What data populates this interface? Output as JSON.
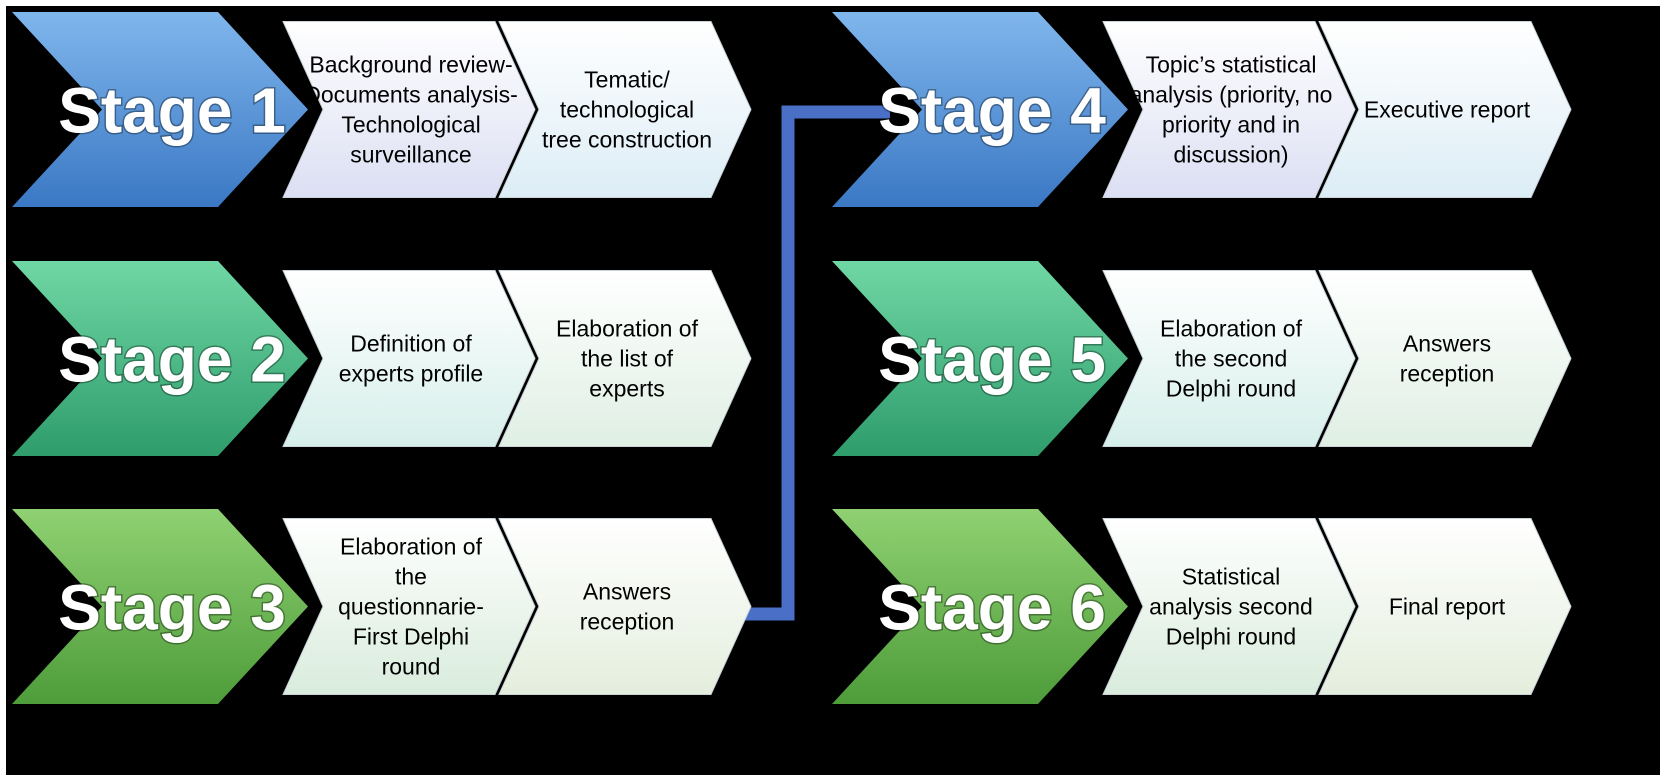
{
  "rows": [
    {
      "stage": "Stage 1",
      "theme": "blue",
      "steps": [
        [
          "Background review-",
          "Documents analysis-",
          "Technological",
          "surveillance"
        ],
        [
          "Tematic/",
          "technological",
          "tree construction"
        ]
      ]
    },
    {
      "stage": "Stage 2",
      "theme": "teal",
      "steps": [
        [
          "Definition of",
          "experts profile"
        ],
        [
          "Elaboration of",
          "the list of",
          "experts"
        ]
      ]
    },
    {
      "stage": "Stage 3",
      "theme": "green",
      "steps": [
        [
          "Elaboration of",
          "the",
          "questionnarie-",
          "First Delphi",
          "round"
        ],
        [
          "Answers",
          "reception"
        ]
      ]
    },
    {
      "stage": "Stage 4",
      "theme": "blue",
      "steps": [
        [
          "Topic’s statistical",
          "analysis (priority, no",
          "priority and in",
          "discussion)"
        ],
        [
          "Executive report"
        ]
      ]
    },
    {
      "stage": "Stage 5",
      "theme": "teal",
      "steps": [
        [
          "Elaboration of",
          "the second",
          "Delphi round"
        ],
        [
          "Answers",
          "reception"
        ]
      ]
    },
    {
      "stage": "Stage 6",
      "theme": "green",
      "steps": [
        [
          "Statistical",
          "analysis second",
          "Delphi round"
        ],
        [
          "Final report"
        ]
      ]
    }
  ],
  "themes": {
    "blue": {
      "dark": "#3b78c4",
      "light": "#7fb6ec",
      "step1": "#dcdff3",
      "step2": "#dcedf6"
    },
    "teal": {
      "dark": "#2f9c6c",
      "light": "#6fd7a4",
      "step1": "#d6efea",
      "step2": "#dfefe4"
    },
    "green": {
      "dark": "#4e9c3a",
      "light": "#8fd172",
      "step1": "#d9ecdc",
      "step2": "#e4eedd"
    }
  },
  "connector_color": "#4a6fc6"
}
